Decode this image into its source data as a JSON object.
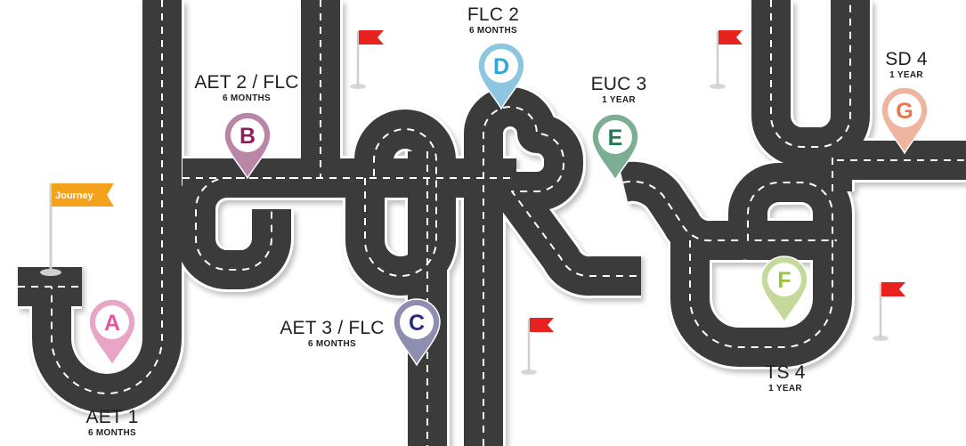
{
  "start_flag": {
    "text": "Journey",
    "color": "#f4a11c"
  },
  "colors": {
    "road": "#3a3a3a",
    "road_edge": "#ffffff",
    "road_line": "#ffffff",
    "flag": "#e8231f"
  },
  "milestones": [
    {
      "letter": "A",
      "title": "AET 1",
      "subtitle": "6 MONTHS",
      "color": "#e4579b",
      "ring": "#e9a5c6"
    },
    {
      "letter": "B",
      "title": "AET 2 / FLC",
      "subtitle": "6 MONTHS",
      "color": "#8e1f5a",
      "ring": "#b986a6"
    },
    {
      "letter": "C",
      "title": "AET 3 / FLC",
      "subtitle": "6 MONTHS",
      "color": "#2b2b7e",
      "ring": "#8e8eb1"
    },
    {
      "letter": "D",
      "title": "FLC 2",
      "subtitle": "6 MONTHS",
      "color": "#2fa6d8",
      "ring": "#8cc6e0"
    },
    {
      "letter": "E",
      "title": "EUC 3",
      "subtitle": "1 YEAR",
      "color": "#1f7b51",
      "ring": "#7cae93"
    },
    {
      "letter": "F",
      "title": "TS 4",
      "subtitle": "1 YEAR",
      "color": "#9bc23c",
      "ring": "#c4d99a"
    },
    {
      "letter": "G",
      "title": "SD 4",
      "subtitle": "1 YEAR",
      "color": "#e8764a",
      "ring": "#efb59e"
    }
  ]
}
